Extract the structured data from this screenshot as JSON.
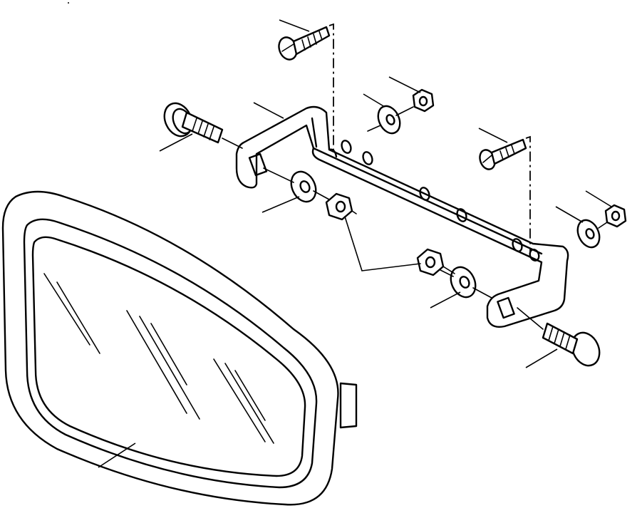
{
  "diagram": {
    "type": "exploded-parts-illustration",
    "parts": [
      "mirror",
      "bracket",
      "carriage-bolt",
      "flat-washer",
      "hex-nut",
      "slotted-screw"
    ],
    "line_color": "#000000",
    "background": "#ffffff"
  }
}
